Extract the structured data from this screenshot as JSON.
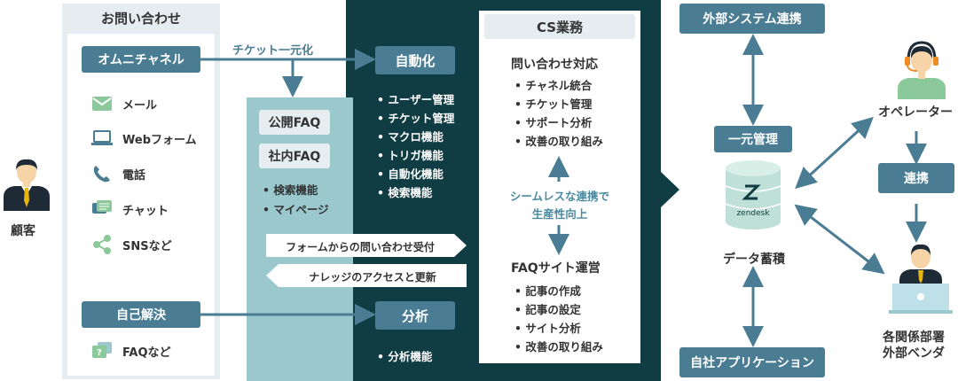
{
  "customer": {
    "label": "顧客"
  },
  "inquiry": {
    "title": "お問い合わせ",
    "omnichannel": "オムニチャネル",
    "channels": [
      "メール",
      "Webフォーム",
      "電話",
      "チャット",
      "SNSなど"
    ],
    "self_solve": "自己解決",
    "faq_item": "FAQなど"
  },
  "ticket_unify": "チケット一元化",
  "faq_panel": {
    "public_faq": "公開FAQ",
    "internal_faq": "社内FAQ",
    "features": [
      "検索機能",
      "マイページ"
    ]
  },
  "banners": {
    "form_intake": "フォームからの問い合わせ受付",
    "knowledge": "ナレッジのアクセスと更新"
  },
  "automation": {
    "title": "自動化",
    "features": [
      "ユーザー管理",
      "チケット管理",
      "マクロ機能",
      "トリガ機能",
      "自動化機能",
      "検索機能"
    ]
  },
  "analysis": {
    "title": "分析",
    "features": [
      "分析機能"
    ]
  },
  "cs_work": {
    "title": "CS業務",
    "inquiry_title": "問い合わせ対応",
    "inquiry_items": [
      "チャネル統合",
      "チケット管理",
      "サポート分析",
      "改善の取り組み"
    ],
    "seamless_line1": "シームレスな連携で",
    "seamless_line2": "生産性向上",
    "faq_title": "FAQサイト運営",
    "faq_items": [
      "記事の作成",
      "記事の設定",
      "サイト分析",
      "改善の取り組み"
    ]
  },
  "right": {
    "external": "外部システム連携",
    "unified": "一元管理",
    "zendesk": "zendesk",
    "storage": "データ蓄積",
    "own_app": "自社アプリケーション",
    "operator": "オペレーター",
    "link": "連携",
    "vendor_line1": "各関係部署",
    "vendor_line2": "外部ベンダ"
  },
  "colors": {
    "dark_teal": "#0f3d43",
    "pill_blue": "#4a7d94",
    "light_teal": "#9ac8cd",
    "panel_light": "#e6edf0",
    "arrow": "#4a7d94",
    "skin": "#f6d4a8",
    "suit": "#1e2a36",
    "tie": "#e7b60b",
    "green": "#8bc89a",
    "headset": "#f08a24",
    "teal_db": "#bfe0d6"
  }
}
